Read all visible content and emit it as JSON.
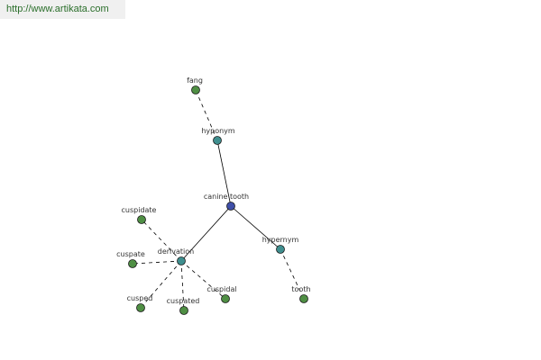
{
  "site_link": {
    "text": "http://www.artikata.com",
    "color": "#2a6e2a"
  },
  "graph": {
    "colors": {
      "root_node": "#3f4fa8",
      "relation_node": "#3f8f8f",
      "word_node": "#4f8f44",
      "node_stroke": "#1a1a1a",
      "edge": "#000000",
      "label": "#333333"
    },
    "nodes": [
      {
        "id": "root",
        "label": "canine tooth",
        "kind": "root"
      },
      {
        "id": "hyponym",
        "label": "hyponym",
        "kind": "relation"
      },
      {
        "id": "hypernym",
        "label": "hypernym",
        "kind": "relation"
      },
      {
        "id": "derivation",
        "label": "derivation",
        "kind": "relation"
      },
      {
        "id": "fang",
        "label": "fang",
        "kind": "word"
      },
      {
        "id": "tooth",
        "label": "tooth",
        "kind": "word"
      },
      {
        "id": "cuspidate",
        "label": "cuspidate",
        "kind": "word"
      },
      {
        "id": "cuspate",
        "label": "cuspate",
        "kind": "word"
      },
      {
        "id": "cusped",
        "label": "cusped",
        "kind": "word"
      },
      {
        "id": "cuspated",
        "label": "cuspated",
        "kind": "word"
      },
      {
        "id": "cuspidal",
        "label": "cuspidal",
        "kind": "word"
      }
    ],
    "edges": [
      {
        "from": "root",
        "to": "hyponym",
        "style": "solid"
      },
      {
        "from": "root",
        "to": "hypernym",
        "style": "solid"
      },
      {
        "from": "root",
        "to": "derivation",
        "style": "solid"
      },
      {
        "from": "hyponym",
        "to": "fang",
        "style": "dashed"
      },
      {
        "from": "hypernym",
        "to": "tooth",
        "style": "dashed"
      },
      {
        "from": "derivation",
        "to": "cuspidate",
        "style": "dashed"
      },
      {
        "from": "derivation",
        "to": "cuspate",
        "style": "dashed"
      },
      {
        "from": "derivation",
        "to": "cusped",
        "style": "dashed"
      },
      {
        "from": "derivation",
        "to": "cuspated",
        "style": "dashed"
      },
      {
        "from": "derivation",
        "to": "cuspidal",
        "style": "dashed"
      }
    ]
  }
}
